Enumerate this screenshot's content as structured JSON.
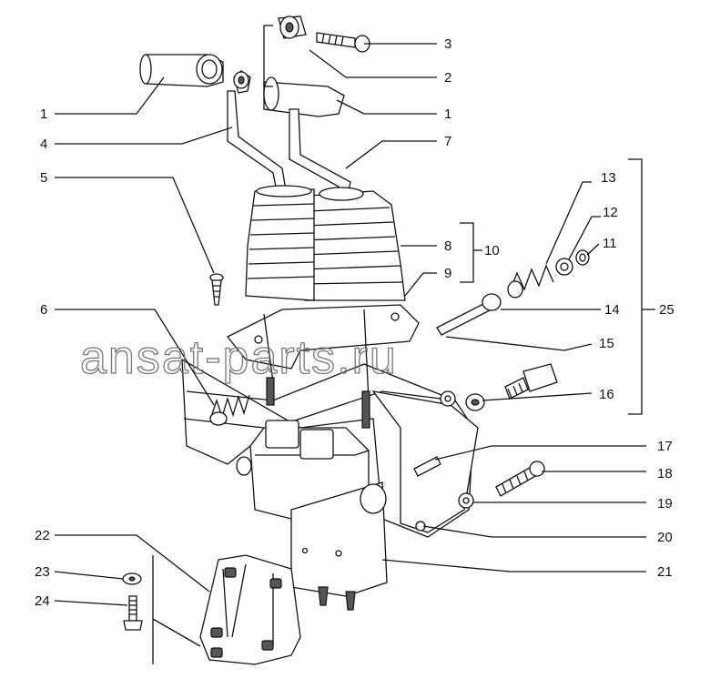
{
  "watermark": "ansat-parts.ru",
  "labels": {
    "l1a": "1",
    "l1b": "1",
    "l2": "2",
    "l3": "3",
    "l4": "4",
    "l5": "5",
    "l6": "6",
    "l7": "7",
    "l8": "8",
    "l9": "9",
    "l10": "10",
    "l11": "11",
    "l12": "12",
    "l13": "13",
    "l14": "14",
    "l15": "15",
    "l16": "16",
    "l17": "17",
    "l18": "18",
    "l19": "19",
    "l20": "20",
    "l21": "21",
    "l22": "22",
    "l23": "23",
    "l24": "24",
    "l25": "25"
  }
}
